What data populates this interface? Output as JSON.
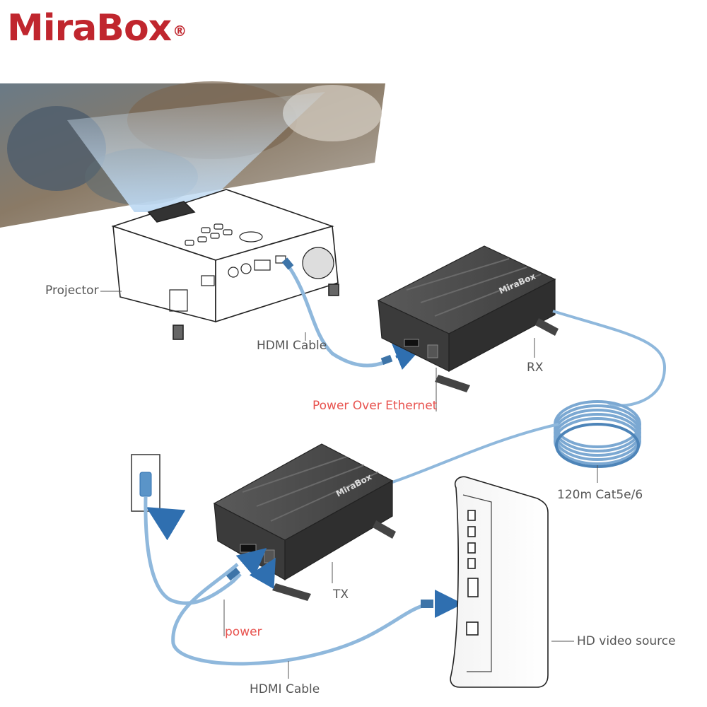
{
  "brand": {
    "name": "MiraBox",
    "registered": "®",
    "color": "#c0262e"
  },
  "device_logo": "MiraBox",
  "labels": {
    "projector": "Projector",
    "hdmi_cable_top": "HDMI Cable",
    "rx": "RX",
    "poe": "Power Over Ethernet",
    "cat_cable": "120m Cat5e/6",
    "tx": "TX",
    "power": "power",
    "hd_source": "HD video source",
    "hdmi_cable_bottom": "HDMI Cable"
  },
  "colors": {
    "cable_blue": "#8fb8dc",
    "cable_dark": "#3d74a8",
    "device_body": "#4a4a4a",
    "label_gray": "#555555",
    "label_red": "#e8534f",
    "arrow_blue": "#2f6fb0"
  }
}
